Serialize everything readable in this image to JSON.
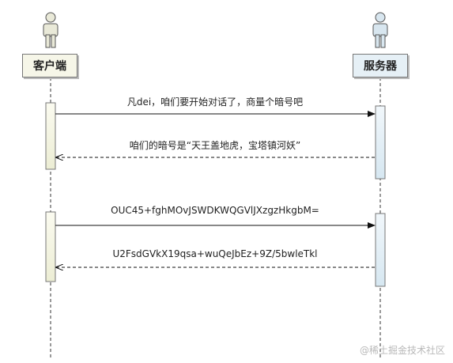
{
  "actors": {
    "client": {
      "label": "客户端",
      "icon": "person-icon",
      "color": "#f6f6e8"
    },
    "server": {
      "label": "服务器",
      "icon": "person-icon",
      "color": "#e6f0f6"
    }
  },
  "messages": [
    {
      "text": "凡dei，咱们要开始对话了，商量个暗号吧",
      "direction": "client-to-server",
      "style": "solid"
    },
    {
      "text": "咱们的暗号是“天王盖地虎，宝塔镇河妖”",
      "direction": "server-to-client",
      "style": "dashed"
    },
    {
      "text": "OUC45+fghMOvJSWDKWQGVlJXzgzHkgbM=",
      "direction": "client-to-server",
      "style": "solid"
    },
    {
      "text": "U2FsdGVkX19qsa+wuQeJbEz+9Z/5bwleTkl",
      "direction": "server-to-client",
      "style": "dashed"
    }
  ],
  "watermark": "@稀土掘金技术社区"
}
